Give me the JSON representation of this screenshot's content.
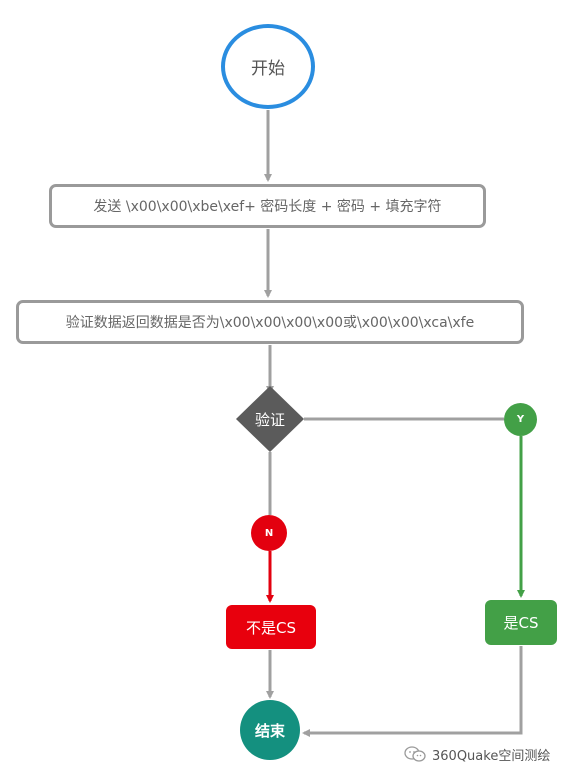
{
  "nodes": {
    "start": "开始",
    "send_step": "发送 \\x00\\x00\\xbe\\xef+ 密码长度 + 密码 + 填充字符",
    "verify_step": "验证数据返回数据是否为\\x00\\x00\\x00\\x00或\\x00\\x00\\xca\\xfe",
    "decision": "验证",
    "yes_badge": "Y",
    "no_badge": "N",
    "not_cs": "不是CS",
    "is_cs": "是CS",
    "end": "结束"
  },
  "watermark": {
    "text": "360Quake空间测绘",
    "icon": "wechat-icon"
  },
  "colors": {
    "start_border": "#2a8de0",
    "step_border": "#9a9a9a",
    "decision": "#555555",
    "yes": "#43a047",
    "no": "#e3000f",
    "end": "#14907f",
    "connector": "#a0a0a0"
  }
}
